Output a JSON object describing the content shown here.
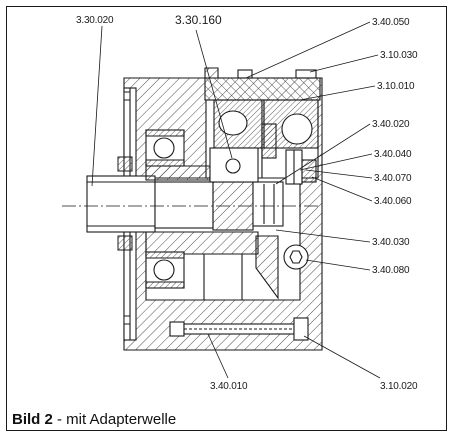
{
  "caption": {
    "figure": "Bild 2",
    "text": " - mit Adapterwelle"
  },
  "labels": {
    "top_left": "3.30.020",
    "top_mid": "3.30.160",
    "r1": "3.40.050",
    "r2": "3.10.030",
    "r3": "3.10.010",
    "r4": "3.40.020",
    "r5": "3.40.040",
    "r6": "3.40.070",
    "r7": "3.40.060",
    "r8": "3.40.030",
    "r9": "3.40.080",
    "bottom_mid": "3.40.010",
    "bottom_right": "3.10.020"
  },
  "colors": {
    "line": "#1a1a1a",
    "hatch": "#3a3a3a"
  }
}
